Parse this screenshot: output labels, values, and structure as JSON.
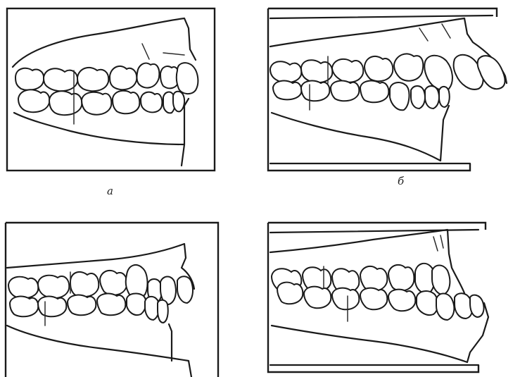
{
  "figure": {
    "panels": [
      {
        "id": "a",
        "caption": "a"
      },
      {
        "id": "b",
        "caption": "б"
      },
      {
        "id": "c",
        "caption": ""
      },
      {
        "id": "d",
        "caption": ""
      }
    ]
  }
}
